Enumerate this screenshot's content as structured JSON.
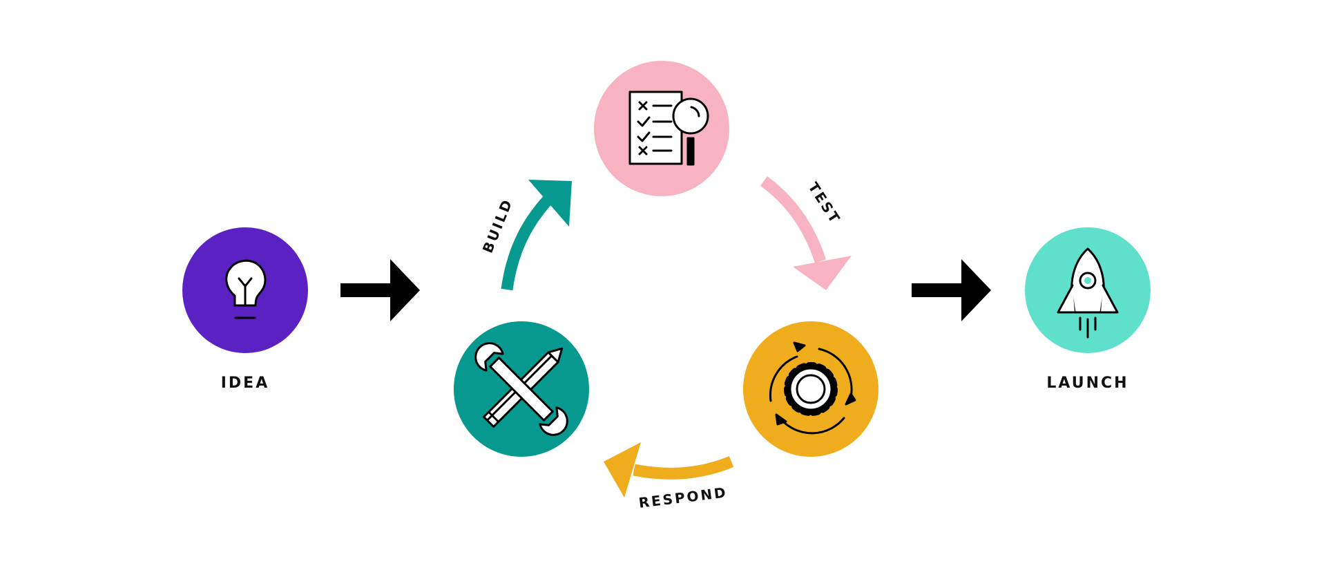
{
  "stages": {
    "idea": {
      "label": "IDEA",
      "color": "#5b21c2",
      "icon": "lightbulb-icon"
    },
    "launch": {
      "label": "LAUNCH",
      "color": "#5ee0cc",
      "icon": "rocket-icon"
    }
  },
  "cycle": {
    "test_node": {
      "color": "#f7b3c1",
      "icon": "checklist-magnifier-icon"
    },
    "respond_node": {
      "color": "#efad1e",
      "icon": "gear-cycle-icon"
    },
    "build_node": {
      "color": "#07998f",
      "icon": "wrench-pencil-icon"
    },
    "arrows": [
      {
        "label": "BUILD",
        "color": "#07998f"
      },
      {
        "label": "TEST",
        "color": "#f7b3c1"
      },
      {
        "label": "RESPOND",
        "color": "#efad1e"
      }
    ]
  },
  "connector_color": "#000000"
}
